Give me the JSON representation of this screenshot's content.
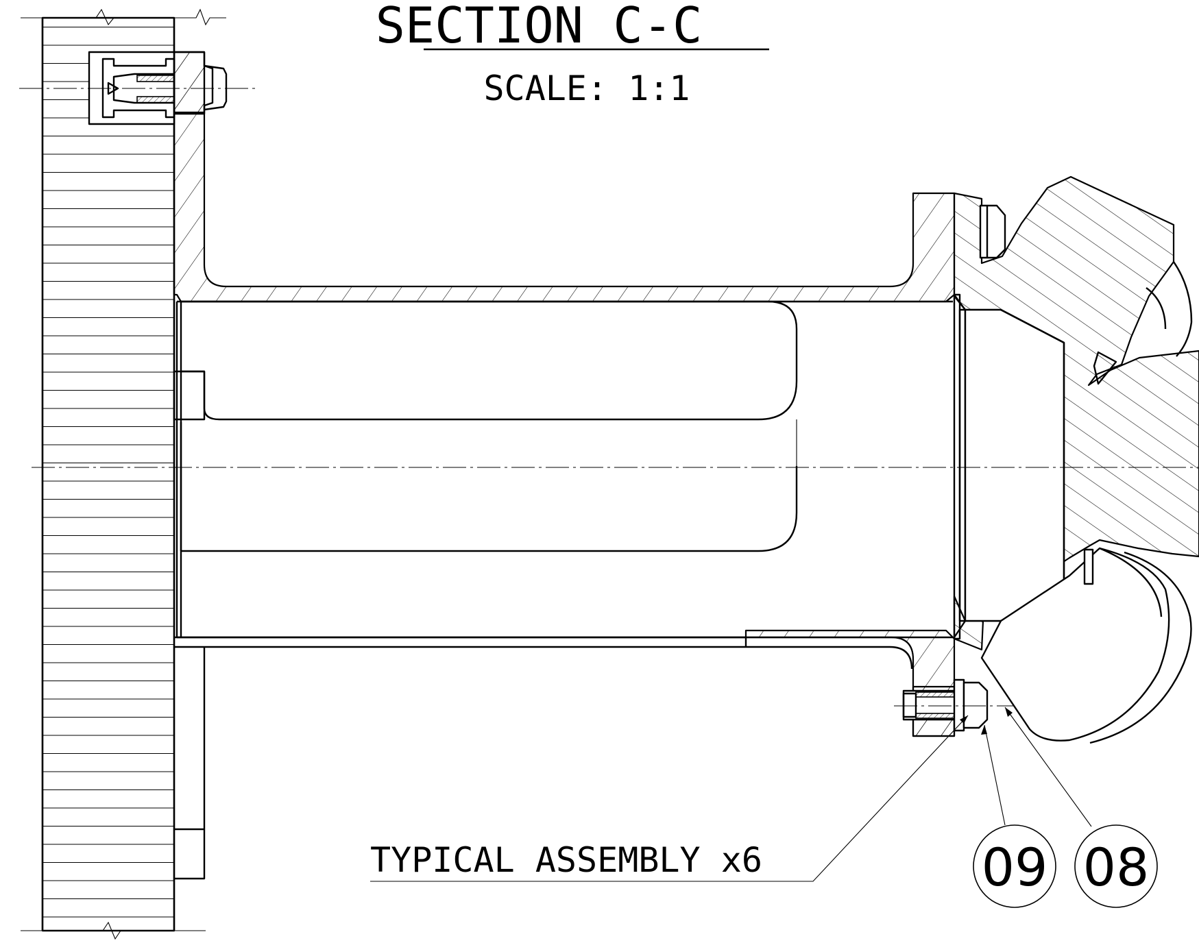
{
  "title": "SECTION C-C",
  "scale": "SCALE: 1:1",
  "note": "TYPICAL ASSEMBLY x6",
  "balloons": [
    {
      "id": "09"
    },
    {
      "id": "08"
    }
  ]
}
